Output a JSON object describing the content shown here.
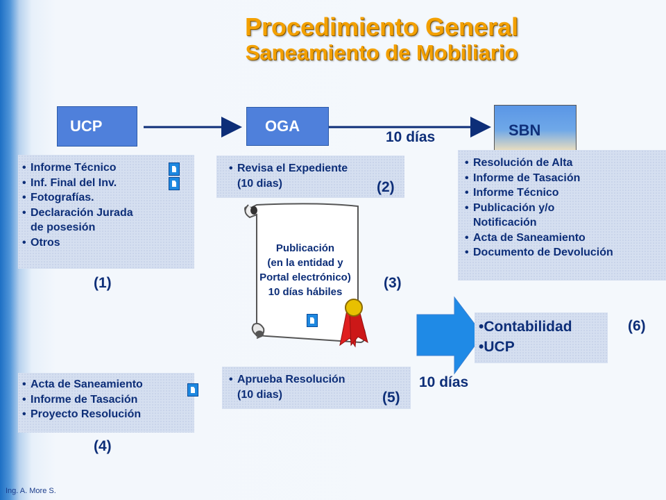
{
  "title": {
    "main": "Procedimiento General",
    "sub": "Saneamiento de Mobiliario"
  },
  "entities": {
    "ucp": "UCP",
    "oga": "OGA",
    "sbn": "SBN"
  },
  "flow_days_1": "10 días",
  "flow_days_2": "10 días",
  "step1": {
    "items": [
      "Informe Técnico",
      "Inf. Final del Inv.",
      "Fotografías.",
      "Declaración Jurada",
      "Otros"
    ],
    "item4_cont": "de posesión",
    "number": "(1)"
  },
  "step2": {
    "item": "Revisa el Expediente",
    "item_cont": "(10 dias)",
    "number": "(2)"
  },
  "step3": {
    "lines": [
      "Publicación",
      "(en la entidad y",
      "Portal electrónico)",
      "10 días hábiles"
    ],
    "number": "(3)"
  },
  "sbn_panel": {
    "items": [
      "Resolución de Alta",
      "Informe de Tasación",
      "Informe Técnico",
      "Publicación y/o",
      "Acta de Saneamiento",
      "Documento de Devolución"
    ],
    "item4_cont": "Notificación"
  },
  "step4": {
    "items": [
      "Acta de Saneamiento",
      "Informe de Tasación",
      "Proyecto Resolución"
    ],
    "number": "(4)"
  },
  "step5": {
    "item": "Aprueba Resolución",
    "item_cont": "(10 dias)",
    "number": "(5)"
  },
  "step6": {
    "items": [
      "Contabilidad",
      "UCP"
    ],
    "number": "(6)"
  },
  "footer": "Ing. A. More S.",
  "colors": {
    "title": "#f3a000",
    "entity_box": "#4f80db",
    "text": "#0d2e78",
    "panel": "#d5dff0",
    "arrow": "#1f8ae6"
  }
}
